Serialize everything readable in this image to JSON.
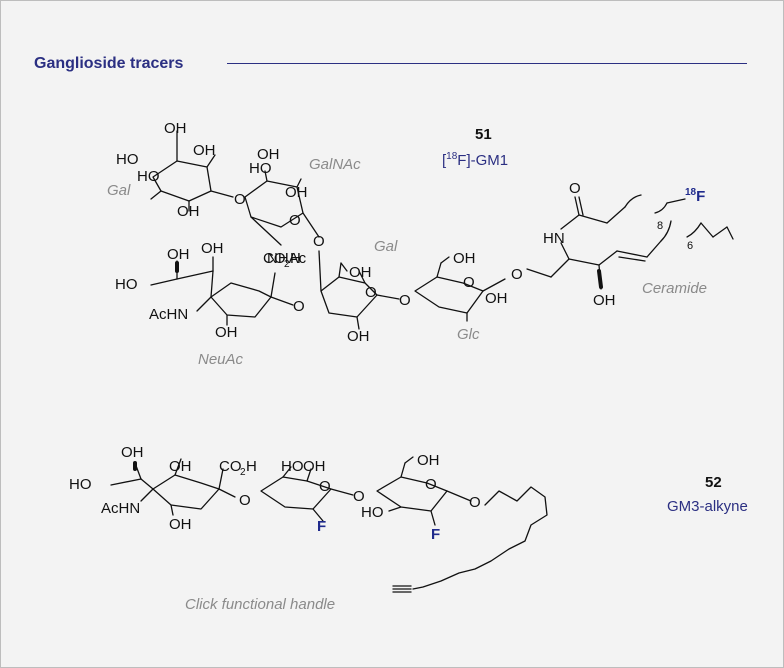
{
  "header": {
    "title": "Ganglioside tracers"
  },
  "compound_51": {
    "number": "51",
    "caption_open": "[",
    "caption_iso": "18",
    "caption_rest": "F]-GM1",
    "label_gal_top": "Gal",
    "label_galnac": "GalNAc",
    "label_gal_mid": "Gal",
    "label_neuac": "NeuAc",
    "label_glc": "Glc",
    "label_ceramide": "Ceramide",
    "label_18f_iso": "18",
    "label_18f_atom": "F"
  },
  "compound_52": {
    "number": "52",
    "caption": "GM3-alkyne",
    "fluorine_1": "F",
    "fluorine_2": "F",
    "label_click": "Click functional handle"
  },
  "colors": {
    "accent": "#2b2f82",
    "fluorine": "#1f2a8c",
    "sugar_label": "#8a8a8a",
    "panel_background": "#f3f3f3"
  }
}
